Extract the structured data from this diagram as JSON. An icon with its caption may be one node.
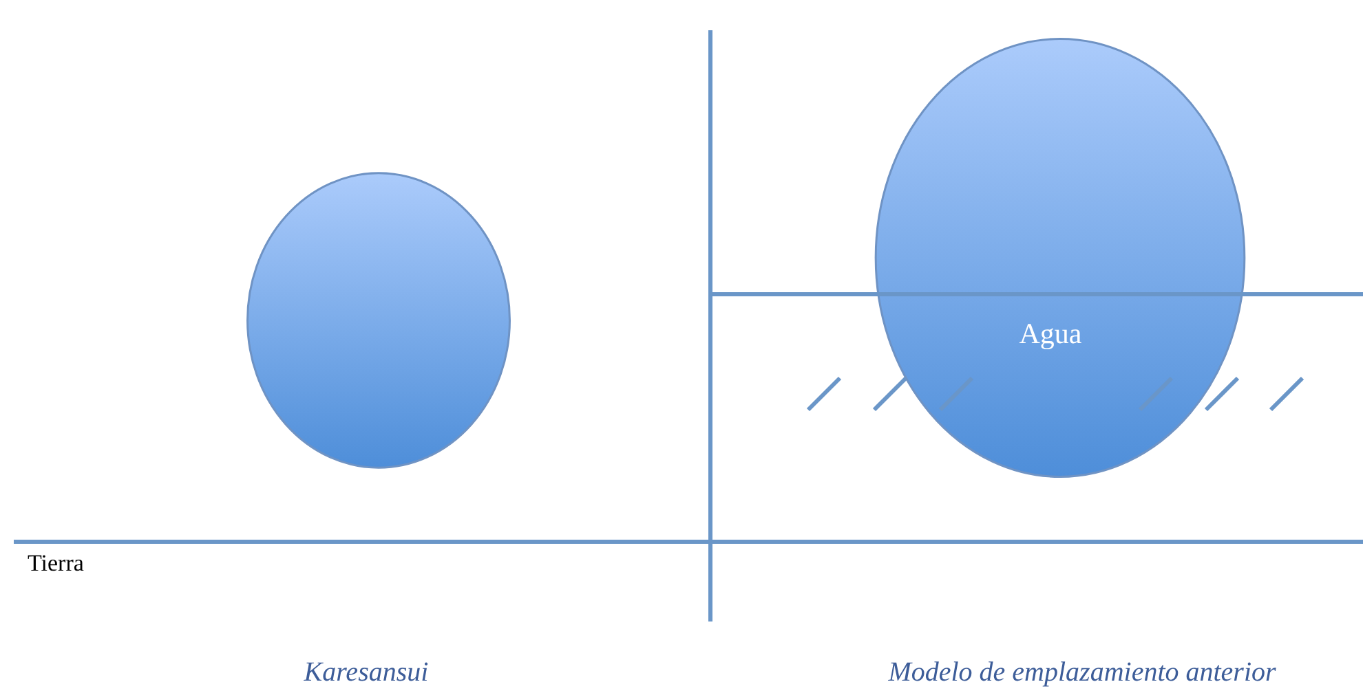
{
  "diagram": {
    "nodes": [
      {
        "text": [],
        "shape": "circle"
      },
      {
        "text": [
          "Agua"
        ]
      }
    ],
    "labels": [
      "Tierra",
      "Karesansui",
      "Modelo de emplazamiento anterior"
    ]
  }
}
